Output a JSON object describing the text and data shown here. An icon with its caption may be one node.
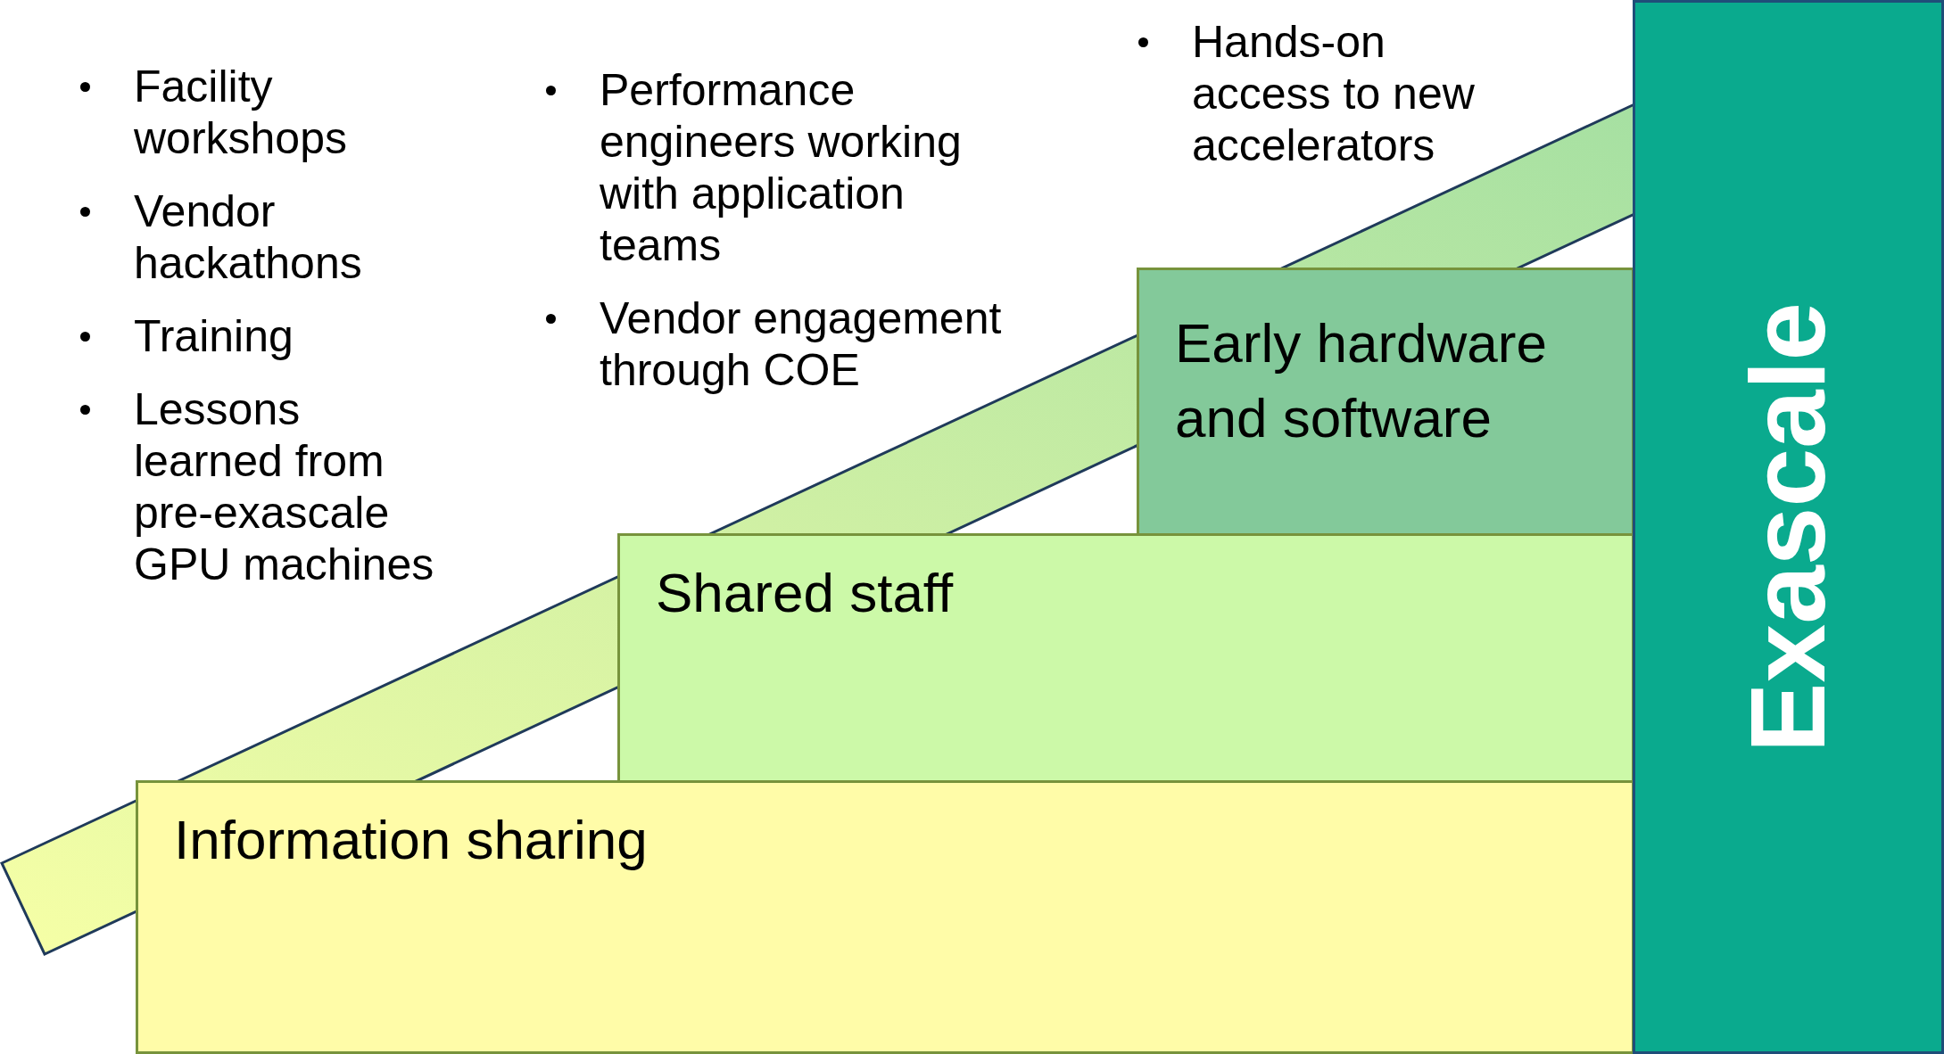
{
  "diagram": {
    "nodes": [
      {
        "text": [
          "Information sharing"
        ]
      },
      {
        "text": [
          "Shared staff"
        ]
      },
      {
        "text": [
          "Early hardware and software"
        ]
      },
      {
        "text": [
          "Exascale"
        ]
      }
    ],
    "labels": [
      "Facility workshops",
      "Vendor hackathons",
      "Training",
      "Lessons learned from pre-exascale GPU machines",
      "Performance engineers working with application teams",
      "Vendor engagement through COE",
      "Hands-on access to new accelerators"
    ]
  }
}
